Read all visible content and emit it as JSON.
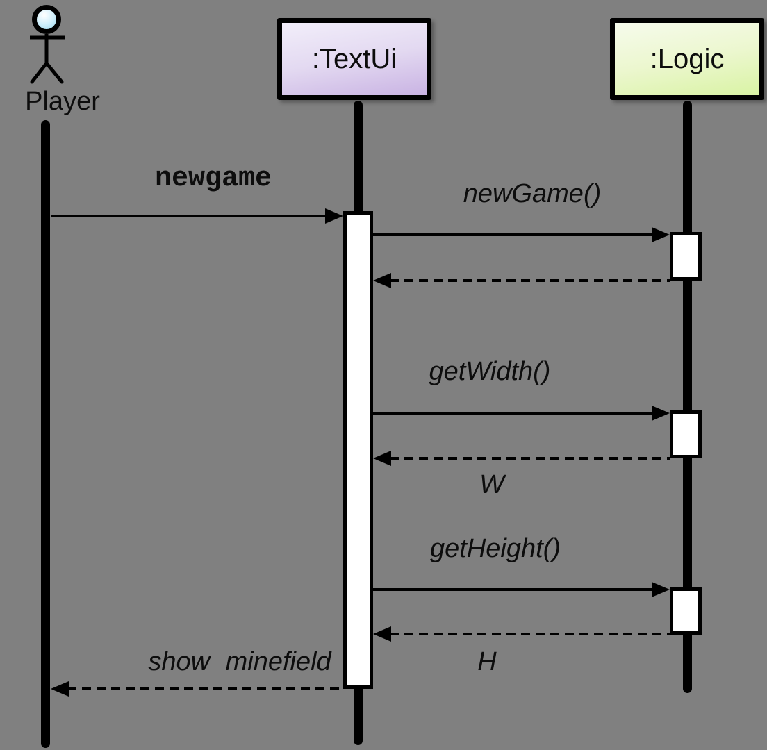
{
  "diagram_type": "uml-sequence",
  "actor": {
    "name": "Player"
  },
  "objects": {
    "textui": {
      "label": ":TextUi",
      "fill_top": "#f2eefa",
      "fill_bottom": "#c9b3e3"
    },
    "logic": {
      "label": ":Logic",
      "fill_top": "#f6fbec",
      "fill_bottom": "#d9f3a4"
    }
  },
  "messages": {
    "newgame": {
      "label": "newgame",
      "from": "Player",
      "to": ":TextUi",
      "line": "solid"
    },
    "new_game_call": {
      "label": "newGame()",
      "from": ":TextUi",
      "to": ":Logic",
      "line": "solid"
    },
    "new_game_return": {
      "label": "",
      "from": ":Logic",
      "to": ":TextUi",
      "line": "dashed"
    },
    "get_width_call": {
      "label": "getWidth()",
      "from": ":TextUi",
      "to": ":Logic",
      "line": "solid"
    },
    "get_width_return": {
      "label": "W",
      "from": ":Logic",
      "to": ":TextUi",
      "line": "dashed"
    },
    "get_height_call": {
      "label": "getHeight()",
      "from": ":TextUi",
      "to": ":Logic",
      "line": "solid"
    },
    "get_height_return": {
      "label": "H",
      "from": ":Logic",
      "to": ":TextUi",
      "line": "dashed"
    },
    "show_minefield": {
      "label": "show minefield",
      "from": ":TextUi",
      "to": "Player",
      "line": "dashed"
    }
  },
  "colors": {
    "background": "#808080",
    "stroke": "#000000",
    "activation_fill": "#ffffff",
    "actor_head_fill": "#b5e3f4"
  }
}
